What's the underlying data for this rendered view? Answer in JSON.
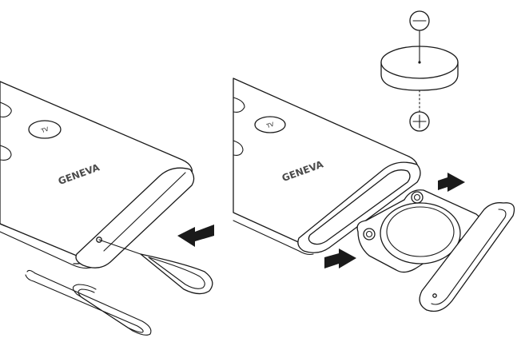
{
  "brand_left": "GENEVA",
  "brand_right": "GENEVA",
  "button_left": "TV",
  "button_right": "TV",
  "battery_negative": "−",
  "battery_positive": "+",
  "colors": {
    "line": "#1a1a1a",
    "arrow": "#1a1a1a",
    "brand_text": "#4a4a4a"
  },
  "icons": [
    "remote-control",
    "sim-eject-pin",
    "coin-battery",
    "battery-tray",
    "push-arrow",
    "pull-arrow",
    "minus-sign",
    "plus-sign"
  ]
}
